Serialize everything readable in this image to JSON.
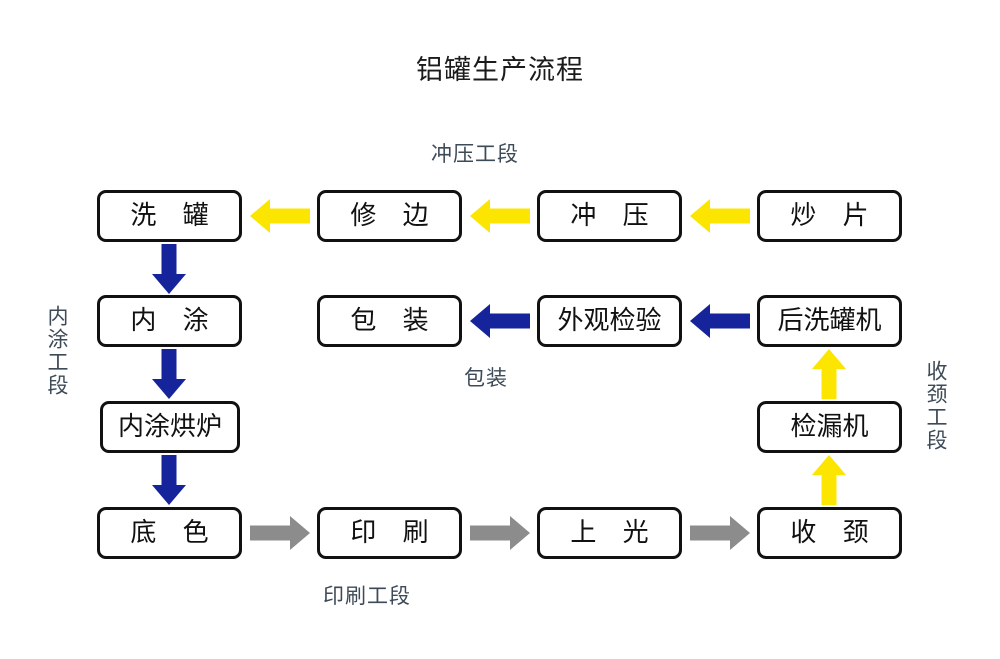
{
  "title": "铝罐生产流程",
  "colors": {
    "yellow": "#FCE500",
    "blue": "#16249B",
    "gray": "#8C8C8C",
    "box_border": "#111111",
    "caption": "#3d4a57",
    "background": "#FFFFFF"
  },
  "captions": {
    "stamping": "冲压工段",
    "packaging": "包装",
    "printing": "印刷工段",
    "interior_coating": "内涂工段",
    "necking": "收颈工段"
  },
  "nodes": {
    "wash_can": "洗 罐",
    "trim": "修 边",
    "stamp": "冲 压",
    "cup_blank": "炒 片",
    "interior_coat": "内 涂",
    "pack": "包 装",
    "appearance_inspect": "外观检验",
    "rear_washer": "后洗罐机",
    "coat_oven": "内涂烘炉",
    "leak_tester": "检漏机",
    "base_color": "底 色",
    "print": "印 刷",
    "varnish": "上 光",
    "neck": "收 颈"
  },
  "flow": {
    "stamping_line": [
      "炒 片",
      "冲 压",
      "修 边",
      "洗 罐"
    ],
    "interior_line": [
      "洗 罐",
      "内 涂",
      "内涂烘炉",
      "底 色"
    ],
    "printing_line": [
      "底 色",
      "印 刷",
      "上 光",
      "收 颈"
    ],
    "necking_line": [
      "收 颈",
      "检漏机",
      "后洗罐机"
    ],
    "packaging_line": [
      "后洗罐机",
      "外观检验",
      "包 装"
    ]
  }
}
